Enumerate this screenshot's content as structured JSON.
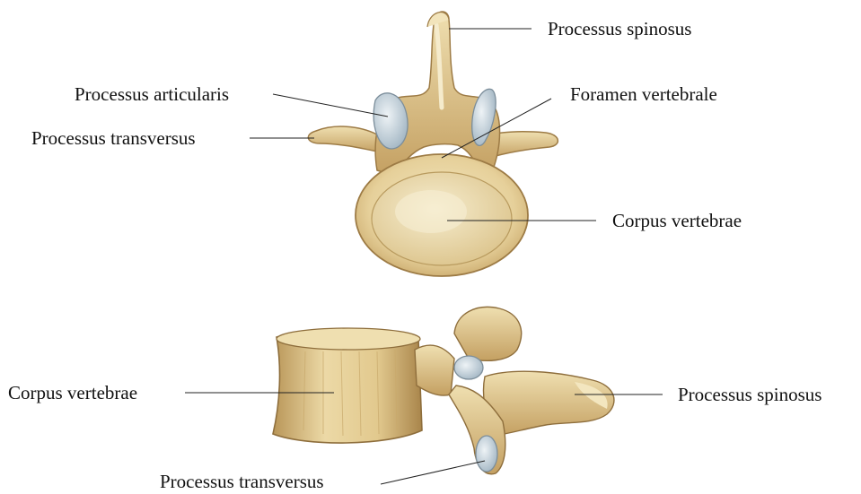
{
  "colors": {
    "bone": "#e3cc93",
    "bone_light": "#f1e3b6",
    "bone_dark": "#b8955a",
    "bone_shadow": "#8e6e3c",
    "cartilage": "#b9c9d4",
    "cartilage_light": "#e4ecf1",
    "leader": "#222222"
  },
  "top_view": {
    "labels": {
      "processus_spinosus": "Processus spinosus",
      "processus_articularis": "Processus articularis",
      "processus_transversus": "Processus transversus",
      "foramen_vertebrale": "Foramen vertebrale",
      "corpus_vertebrae": "Corpus vertebrae"
    }
  },
  "side_view": {
    "labels": {
      "corpus_vertebrae": "Corpus vertebrae",
      "processus_spinosus": "Processus spinosus",
      "processus_transversus": "Processus transversus"
    }
  }
}
